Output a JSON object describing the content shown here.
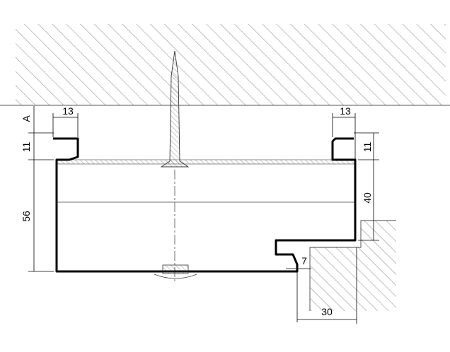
{
  "dimensions": {
    "a_label": "A",
    "left_width": "13",
    "right_width": "13",
    "left_lip_height": "11",
    "right_lip_height": "11",
    "total_height": "56",
    "right_height": "40",
    "small_gap": "7",
    "bottom_width": "30"
  },
  "colors": {
    "line": "#000000",
    "hatch": "#666666",
    "thin": "#333333"
  }
}
